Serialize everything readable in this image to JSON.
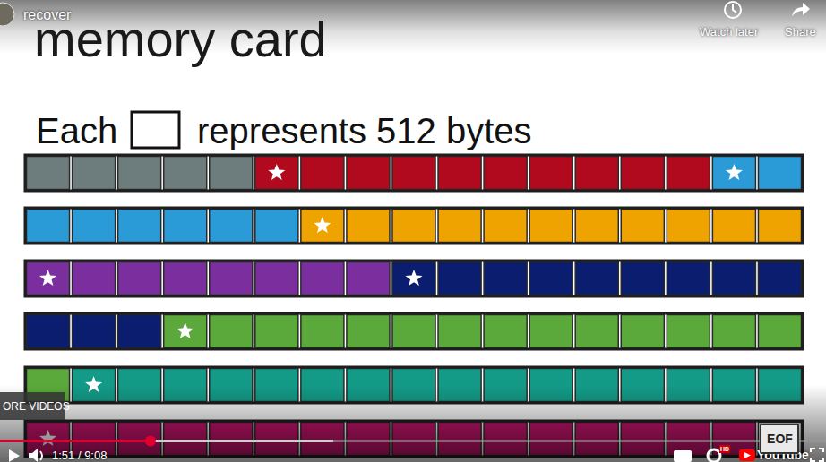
{
  "diagram": {
    "title": "memory card",
    "nodes": [
      {
        "text": [
          "EOF"
        ]
      }
    ],
    "labels": [
      "recover",
      "Watch later",
      "Share",
      "Each",
      "represents 512 bytes",
      "ORE VIDEOS",
      "1:51 / 9:08",
      "HD",
      "YouTube"
    ]
  }
}
